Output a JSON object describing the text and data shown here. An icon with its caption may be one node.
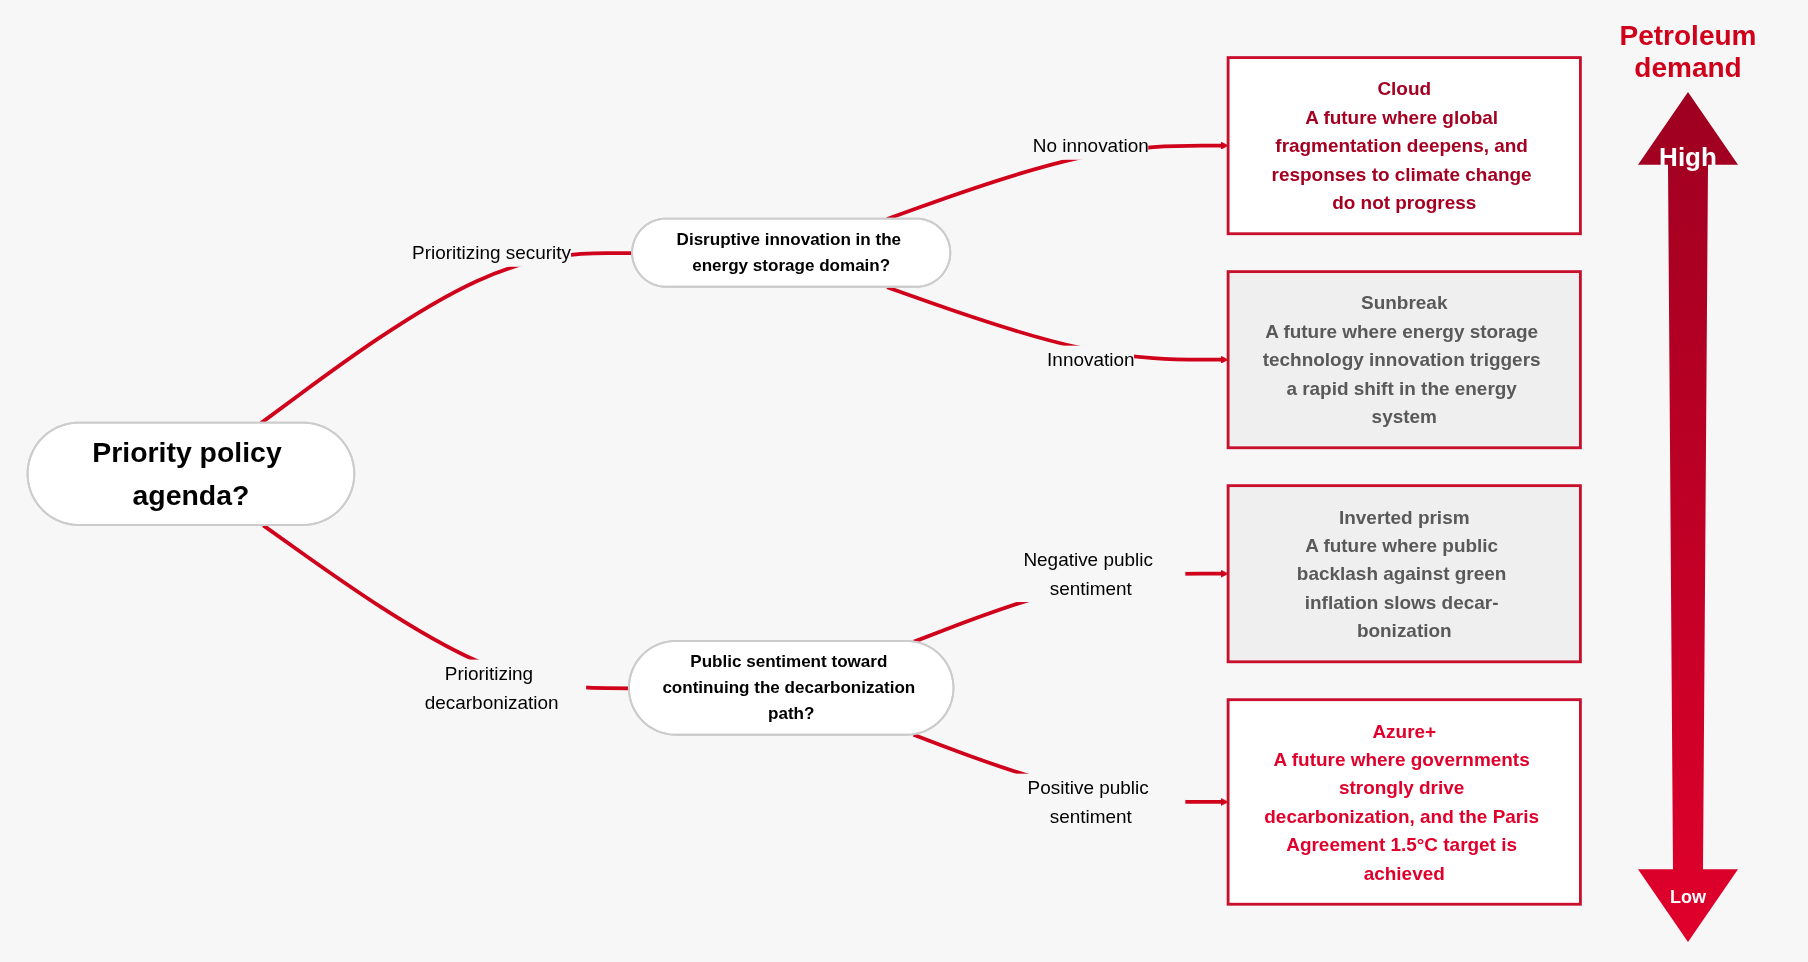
{
  "diagram": {
    "nodes": [
      {
        "text": [
          "Priority policy agenda?"
        ]
      },
      {
        "text": [
          "Disruptive innovation in the energy storage domain?"
        ]
      },
      {
        "text": [
          "Public sentiment toward continuing the decarbonization path?"
        ]
      },
      {
        "text": [
          "Cloud",
          "A future where global fragmentation deepens, and responses to climate change do not progress"
        ]
      },
      {
        "text": [
          "Sunbreak",
          "A future where energy storage technology innovation triggers a rapid shift in the energy system"
        ]
      },
      {
        "text": [
          "Inverted prism",
          "A future where public backlash against green inflation slows decar- bonization"
        ]
      },
      {
        "text": [
          "Azure+",
          "A future where governments strongly drive decarbonization, and the Paris Agreement 1.5°C target is achieved"
        ]
      }
    ],
    "edges": [
      {
        "from": 0,
        "to": 1,
        "arrow": "none",
        "label": "Prioritizing security"
      },
      {
        "from": 0,
        "to": 2,
        "arrow": "none",
        "label": "Prioritizing decarbonization"
      },
      {
        "from": 1,
        "to": 3,
        "arrow": "to",
        "label": "No innovation"
      },
      {
        "from": 1,
        "to": 4,
        "arrow": "to",
        "label": "Innovation"
      },
      {
        "from": 2,
        "to": 5,
        "arrow": "to",
        "label": "Negative public sentiment"
      },
      {
        "from": 2,
        "to": 6,
        "arrow": "to",
        "label": "Positive public sentiment"
      }
    ],
    "labels": [
      "Petroleum demand",
      "High",
      "Low"
    ]
  }
}
